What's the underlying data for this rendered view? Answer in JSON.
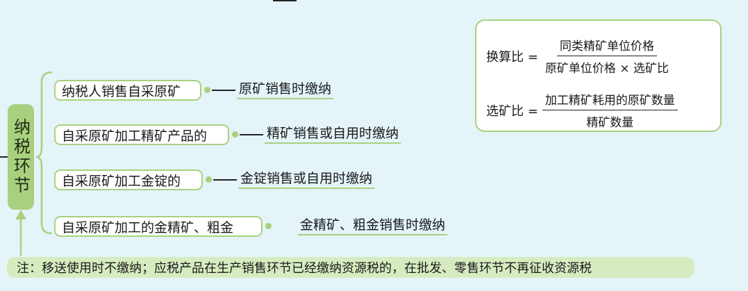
{
  "root": {
    "label": "纳税环节"
  },
  "branches": [
    {
      "node": "纳税人销售自采原矿",
      "leaf": "原矿销售时缴纳"
    },
    {
      "node": "自采原矿加工精矿产品的",
      "leaf": "精矿销售或自用时缴纳"
    },
    {
      "node": "自采原矿加工金锭的",
      "leaf": "金锭销售或自用时缴纳"
    },
    {
      "node": "自采原矿加工的金精矿、粗金",
      "leaf": "金精矿、粗金销售时缴纳"
    }
  ],
  "formulas": {
    "f1": {
      "lhs": "换算比 =",
      "num": "同类精矿单位价格",
      "den": "原矿单位价格 × 选矿比"
    },
    "f2": {
      "lhs": "选矿比 =",
      "num": "加工精矿耗用的原矿数量",
      "den": "精矿数量"
    }
  },
  "note": "注：移送使用时不缴纳；应税产品在生产销售环节已经缴纳资源税的，在批发、零售环节不再征收资源税",
  "colors": {
    "accent": "#a9d07e",
    "background": "#e4f4f9",
    "note_bg": "#d6ecc0"
  }
}
